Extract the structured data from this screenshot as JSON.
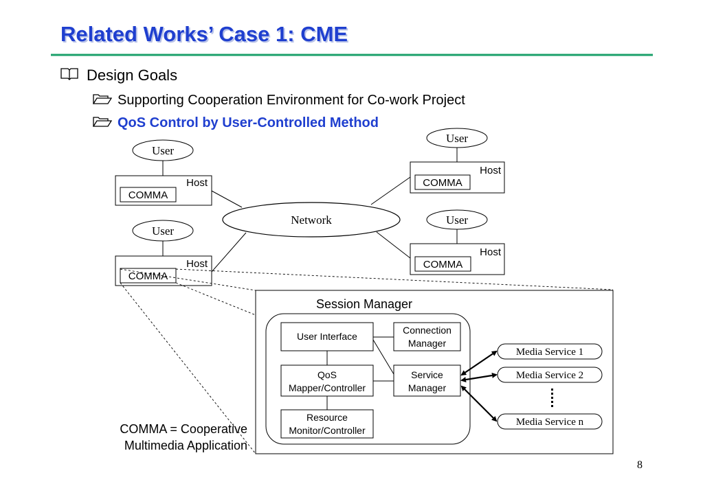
{
  "slide": {
    "title": "Related Works’ Case 1: CME",
    "page_number": "8",
    "colors": {
      "title": "#1f3fcf",
      "rule": "#1aa06a",
      "highlight": "#1f3fcf"
    }
  },
  "bullets": {
    "level1": {
      "icon": "book-icon",
      "text": "Design Goals"
    },
    "level2": [
      {
        "icon": "folder-icon",
        "text": "Supporting Cooperation Environment for Co-work Project"
      },
      {
        "icon": "folder-icon",
        "text": "QoS Control by User-Controlled  Method"
      }
    ]
  },
  "network": {
    "center_label": "Network",
    "hosts": [
      {
        "user": "User",
        "host": "Host",
        "app": "COMMA"
      },
      {
        "user": "User",
        "host": "Host",
        "app": "COMMA"
      },
      {
        "user": "User",
        "host": "Host",
        "app": "COMMA"
      },
      {
        "user": "User",
        "host": "Host",
        "app": "COMMA"
      }
    ]
  },
  "session_manager": {
    "title": "Session Manager",
    "modules": {
      "user_interface": "User Interface",
      "connection_manager": [
        "Connection",
        "Manager"
      ],
      "qos_mapper": [
        "QoS",
        "Mapper/Controller"
      ],
      "service_manager": [
        "Service",
        "Manager"
      ],
      "resource_monitor": [
        "Resource",
        "Monitor/Controller"
      ]
    },
    "media_services": [
      "Media Service 1",
      "Media Service 2",
      "Media Service n"
    ],
    "ellipsis": "⋮"
  },
  "footnote": [
    "COMMA = Cooperative",
    "Multimedia Application"
  ]
}
